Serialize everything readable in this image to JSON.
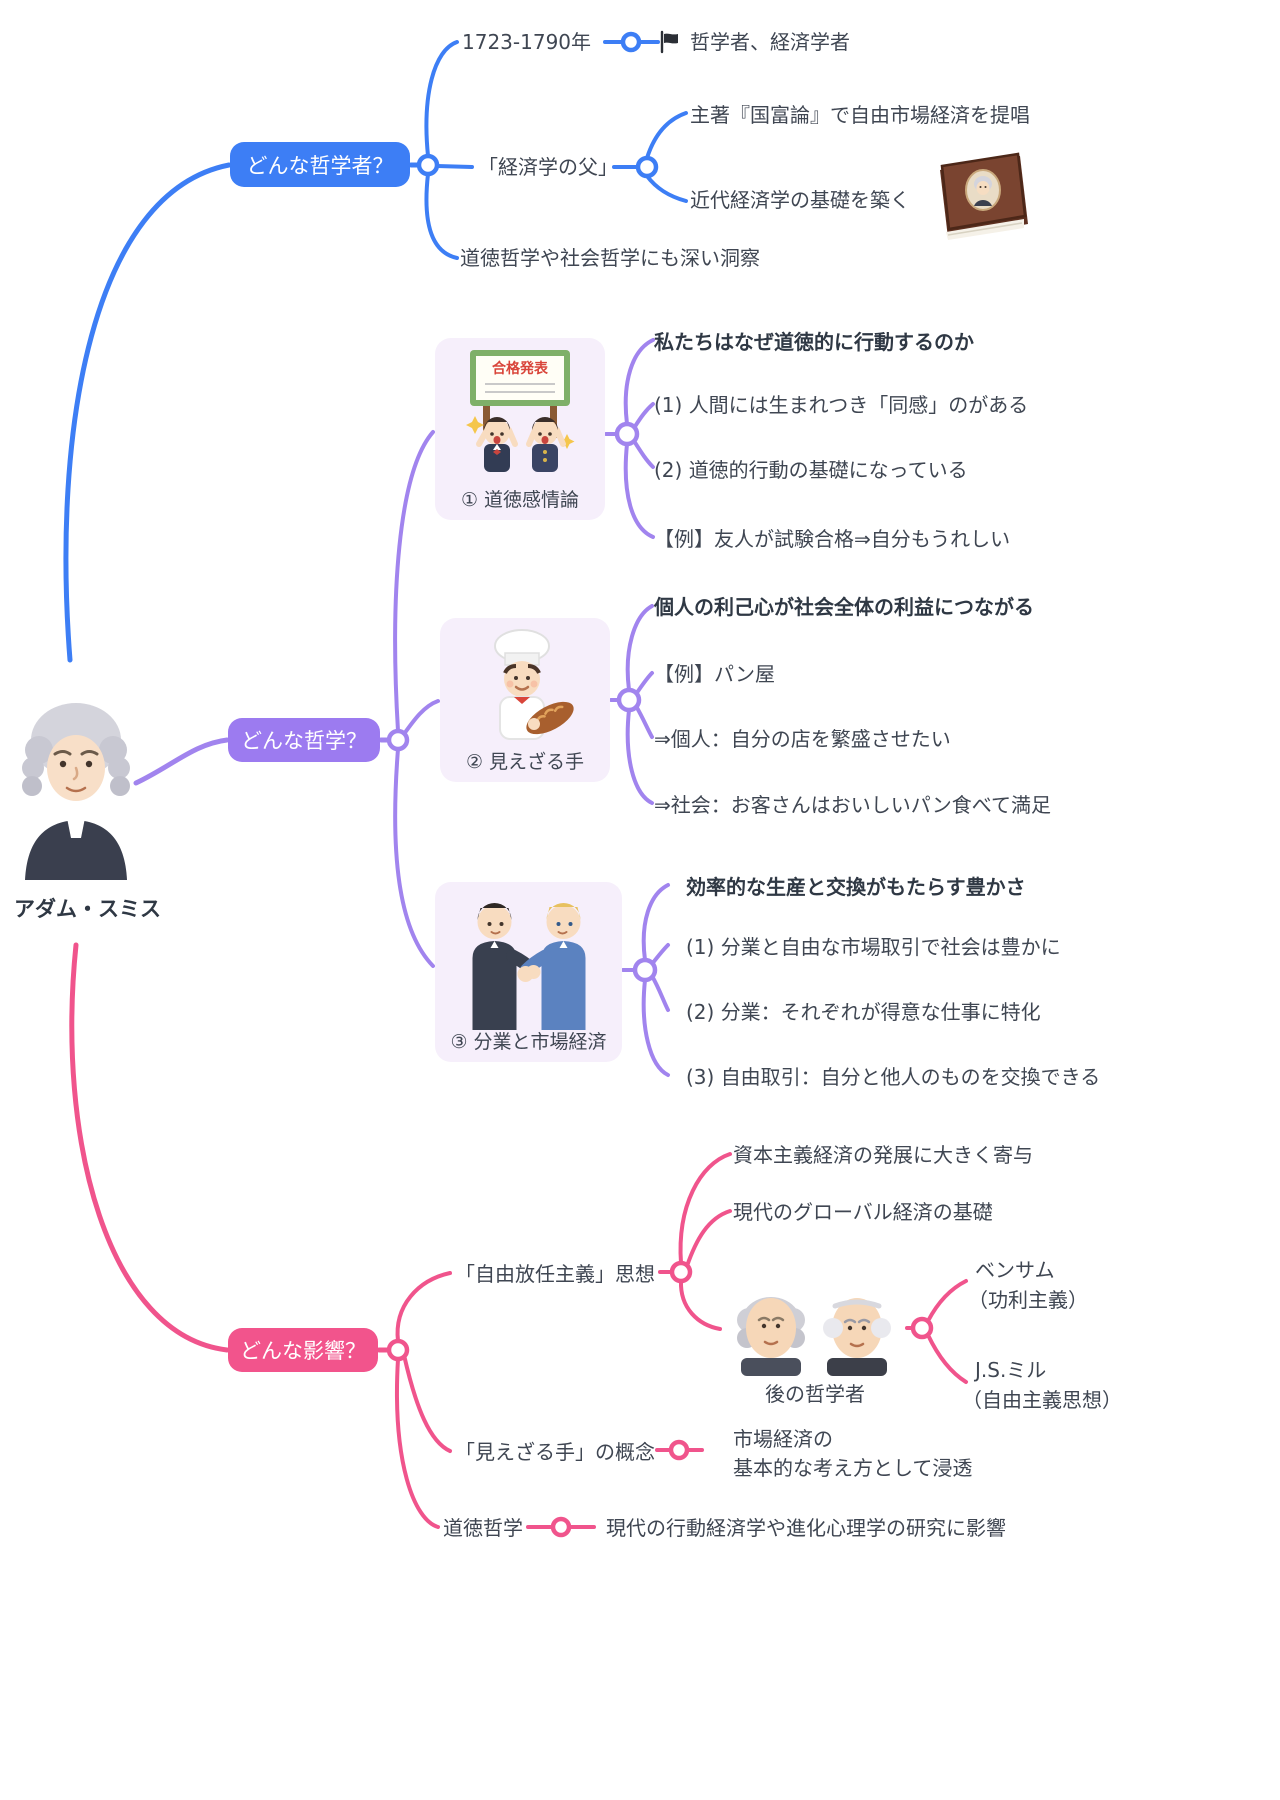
{
  "colors": {
    "branch_blue": "#3D7EF5",
    "branch_purple": "#A184EE",
    "branch_pink": "#F0548C",
    "pill_blue": "#3D7EF5",
    "pill_purple": "#9C7BF0",
    "pill_pink": "#F2548C",
    "text": "#3F4652",
    "card_bg": "#F6EFFB"
  },
  "root": {
    "label": "アダム・スミス"
  },
  "philosopher_branch": {
    "label": "どんな哲学者？",
    "lifespan": "1723-1790年",
    "roles": "哲学者、経済学者",
    "father_title": "「経済学の父」",
    "father_points": [
      "主著『国富論』で自由市場経済を提唱",
      "近代経済学の基礎を築く"
    ],
    "insight": "道徳哲学や社会哲学にも深い洞察"
  },
  "philosophy_branch": {
    "label": "どんな哲学？",
    "sections": [
      {
        "card_label": "① 道徳感情論",
        "title": "私たちはなぜ道徳的に行動するのか",
        "points": [
          "(1) 人間には生まれつき「同感」のがある",
          "(2) 道徳的行動の基礎になっている",
          "【例】友人が試験合格⇒自分もうれしい"
        ]
      },
      {
        "card_label": "② 見えざる手",
        "title": "個人の利己心が社会全体の利益につながる",
        "points": [
          "【例】パン屋",
          "⇒個人：自分の店を繁盛させたい",
          "⇒社会：お客さんはおいしいパン食べて満足"
        ]
      },
      {
        "card_label": "③ 分業と市場経済",
        "title": "効率的な生産と交換がもたらす豊かさ",
        "points": [
          "(1) 分業と自由な市場取引で社会は豊かに",
          "(2) 分業：それぞれが得意な仕事に特化",
          "(3) 自由取引：自分と他人のものを交換できる"
        ]
      }
    ]
  },
  "influence_branch": {
    "label": "どんな影響？",
    "laissez_faire": {
      "label": "「自由放任主義」思想",
      "points": [
        "資本主義経済の発展に大きく寄与",
        "現代のグローバル経済の基礎"
      ],
      "philosophers_caption": "後の哲学者",
      "philosophers": [
        {
          "name": "ベンサム",
          "school": "（功利主義）"
        },
        {
          "name": "J.S.ミル",
          "school": "（自由主義思想）"
        }
      ]
    },
    "invisible_hand": {
      "label": "「見えざる手」の概念",
      "point_line1": "市場経済の",
      "point_line2": "基本的な考え方として浸透"
    },
    "moral_philosophy": {
      "label": "道徳哲学",
      "point": "現代の行動経済学や進化心理学の研究に影響"
    }
  }
}
